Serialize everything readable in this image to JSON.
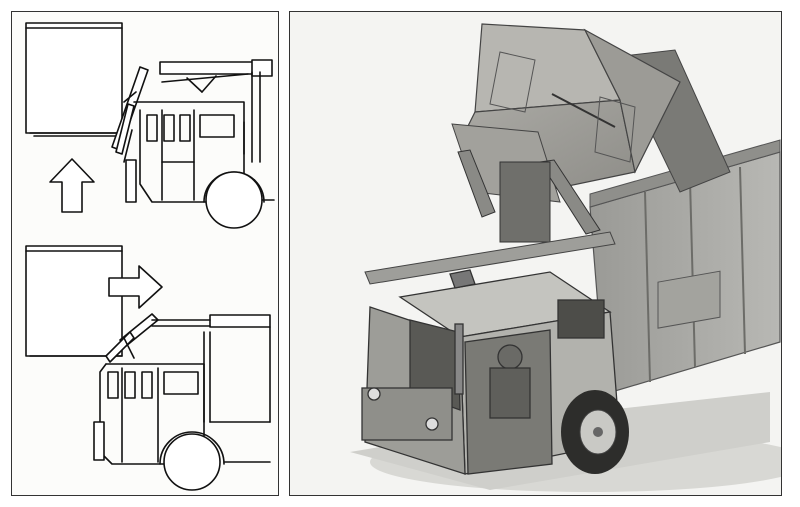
{
  "figure": {
    "left_panel": {
      "diagrams": [
        {
          "name": "lift-step",
          "arrow": "up-arrow-icon"
        },
        {
          "name": "tip-step",
          "arrow": "right-arrow-icon"
        }
      ]
    },
    "right_panel": {
      "subject": "truck-with-bin-tipper-photo"
    }
  }
}
